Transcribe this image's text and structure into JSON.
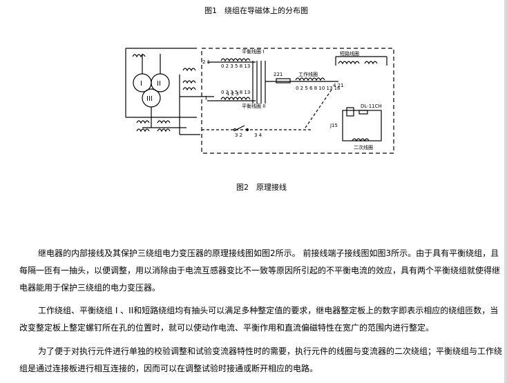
{
  "figure1_caption": "图1　绕组在导磁体上的分布图",
  "figure2_caption": "图2　原理接线",
  "diagram": {
    "labels": {
      "balance1": "平衡线圈 I",
      "balance1_taps": "0 2 3 5 8 13",
      "balance2": "平衡线圈 II",
      "balance2_taps": "0 2 3 5 8 13",
      "work": "工作线圈",
      "work_taps": "0 2 5 6 8 10 13 16",
      "short": "短路线圈",
      "secondary": "二次线圈",
      "relay": "DL-11CH",
      "roman1": "I",
      "roman2": "II",
      "roman3": "III",
      "t_2_1": "2 1",
      "t_1": "1",
      "t_nums_a": "1 2 3",
      "t_nums_b": "1 2 3",
      "t_221": "221",
      "t_421": "4 21",
      "t_jd": "J15",
      "t_jd2": "3 2",
      "t_34": "3 4",
      "t_21": "21"
    }
  },
  "paragraphs": [
    "继电器的内部接线及其保护三绕组电力变压器的原理接线图如图2所示。 前接线端子接线图如图3所示。由于具有平衡绕组，且每隔一匝有一抽头，以便调整，用以消除由于电流互感器变比不一致等原因所引起的不平衡电流的效应，具有两个平衡绕组就使得继电器能用于保护三绕组的电力变压器。",
    "工作绕组、平衡绕组 I 、II和短路绕组均有抽头可以满足多种整定值的要求，继电器整定板上的数字即表示相应的绕组匝数，当改变整定板上整定螺钉所在孔的位置时，就可以使动作电流、平衡作用和直流偏磁特性在宽广的范围内进行整定。",
    "为了便于对执行元件进行单独的校验调整和试验变流器特性时的需要，执行元件的线圈与变流器的二次绕组；平衡绕组与工作绕组是通过连接板进行相互连接的，因而可以在调整试验时接通或断开相应的电路。"
  ]
}
